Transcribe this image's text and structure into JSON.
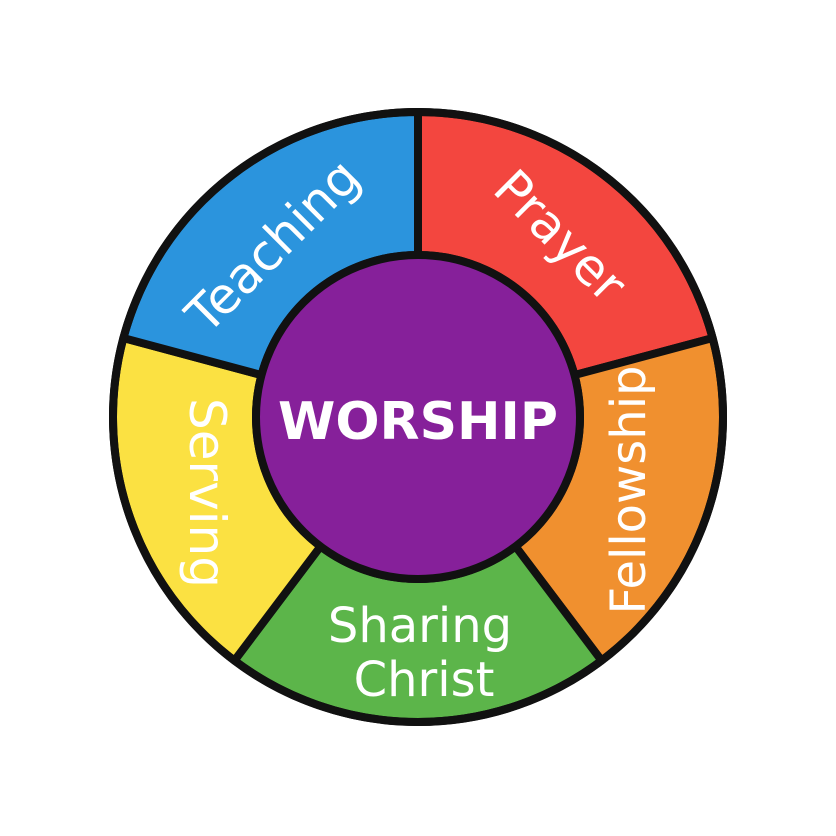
{
  "center": {
    "label": "WORSHIP",
    "color": "#86209a"
  },
  "segments": [
    {
      "id": "prayer",
      "label": "Prayer",
      "color": "#f3463f"
    },
    {
      "id": "fellowship",
      "label": "Fellowship",
      "color": "#f0902f"
    },
    {
      "id": "sharing-christ",
      "label": "Sharing Christ",
      "line1": "Sharing",
      "line2": "Christ",
      "color": "#5cb54a"
    },
    {
      "id": "serving",
      "label": "Serving",
      "color": "#fbe142"
    },
    {
      "id": "teaching",
      "label": "Teaching",
      "color": "#2b94dd"
    }
  ]
}
